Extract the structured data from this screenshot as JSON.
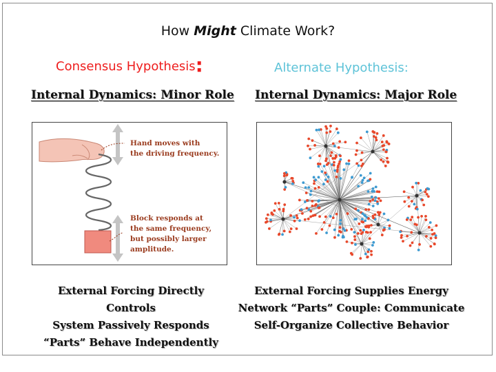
{
  "slide": {
    "title_before": "How ",
    "title_emph": "Might",
    "title_after": " Climate Work?"
  },
  "left": {
    "hypothesis": "Consensus Hypothesis",
    "hypothesis_colon": ":",
    "role": "Internal Dynamics:  Minor Role",
    "figure_text": {
      "hand_line1": "Hand moves with",
      "hand_line2": "the driving frequency.",
      "block_line1": "Block responds at",
      "block_line2": "the same frequency,",
      "block_line3": "but possibly larger",
      "block_line4": "amplitude."
    },
    "caption": [
      "External Forcing Directly",
      "Controls",
      "System Passively Responds",
      "“Parts” Behave Independently"
    ]
  },
  "right": {
    "hypothesis": "Alternate Hypothesis:",
    "role": "Internal Dynamics:  Major Role",
    "caption": [
      "External Forcing Supplies Energy",
      "Network “Parts” Couple: Communicate",
      "Self-Organize Collective Behavior"
    ]
  },
  "colors": {
    "consensus": "#ee1d1d",
    "alternate": "#5ec3d8",
    "figure_text": "#9a3b1e",
    "node_red": "#e8482b",
    "node_blue": "#3d9ad1"
  }
}
